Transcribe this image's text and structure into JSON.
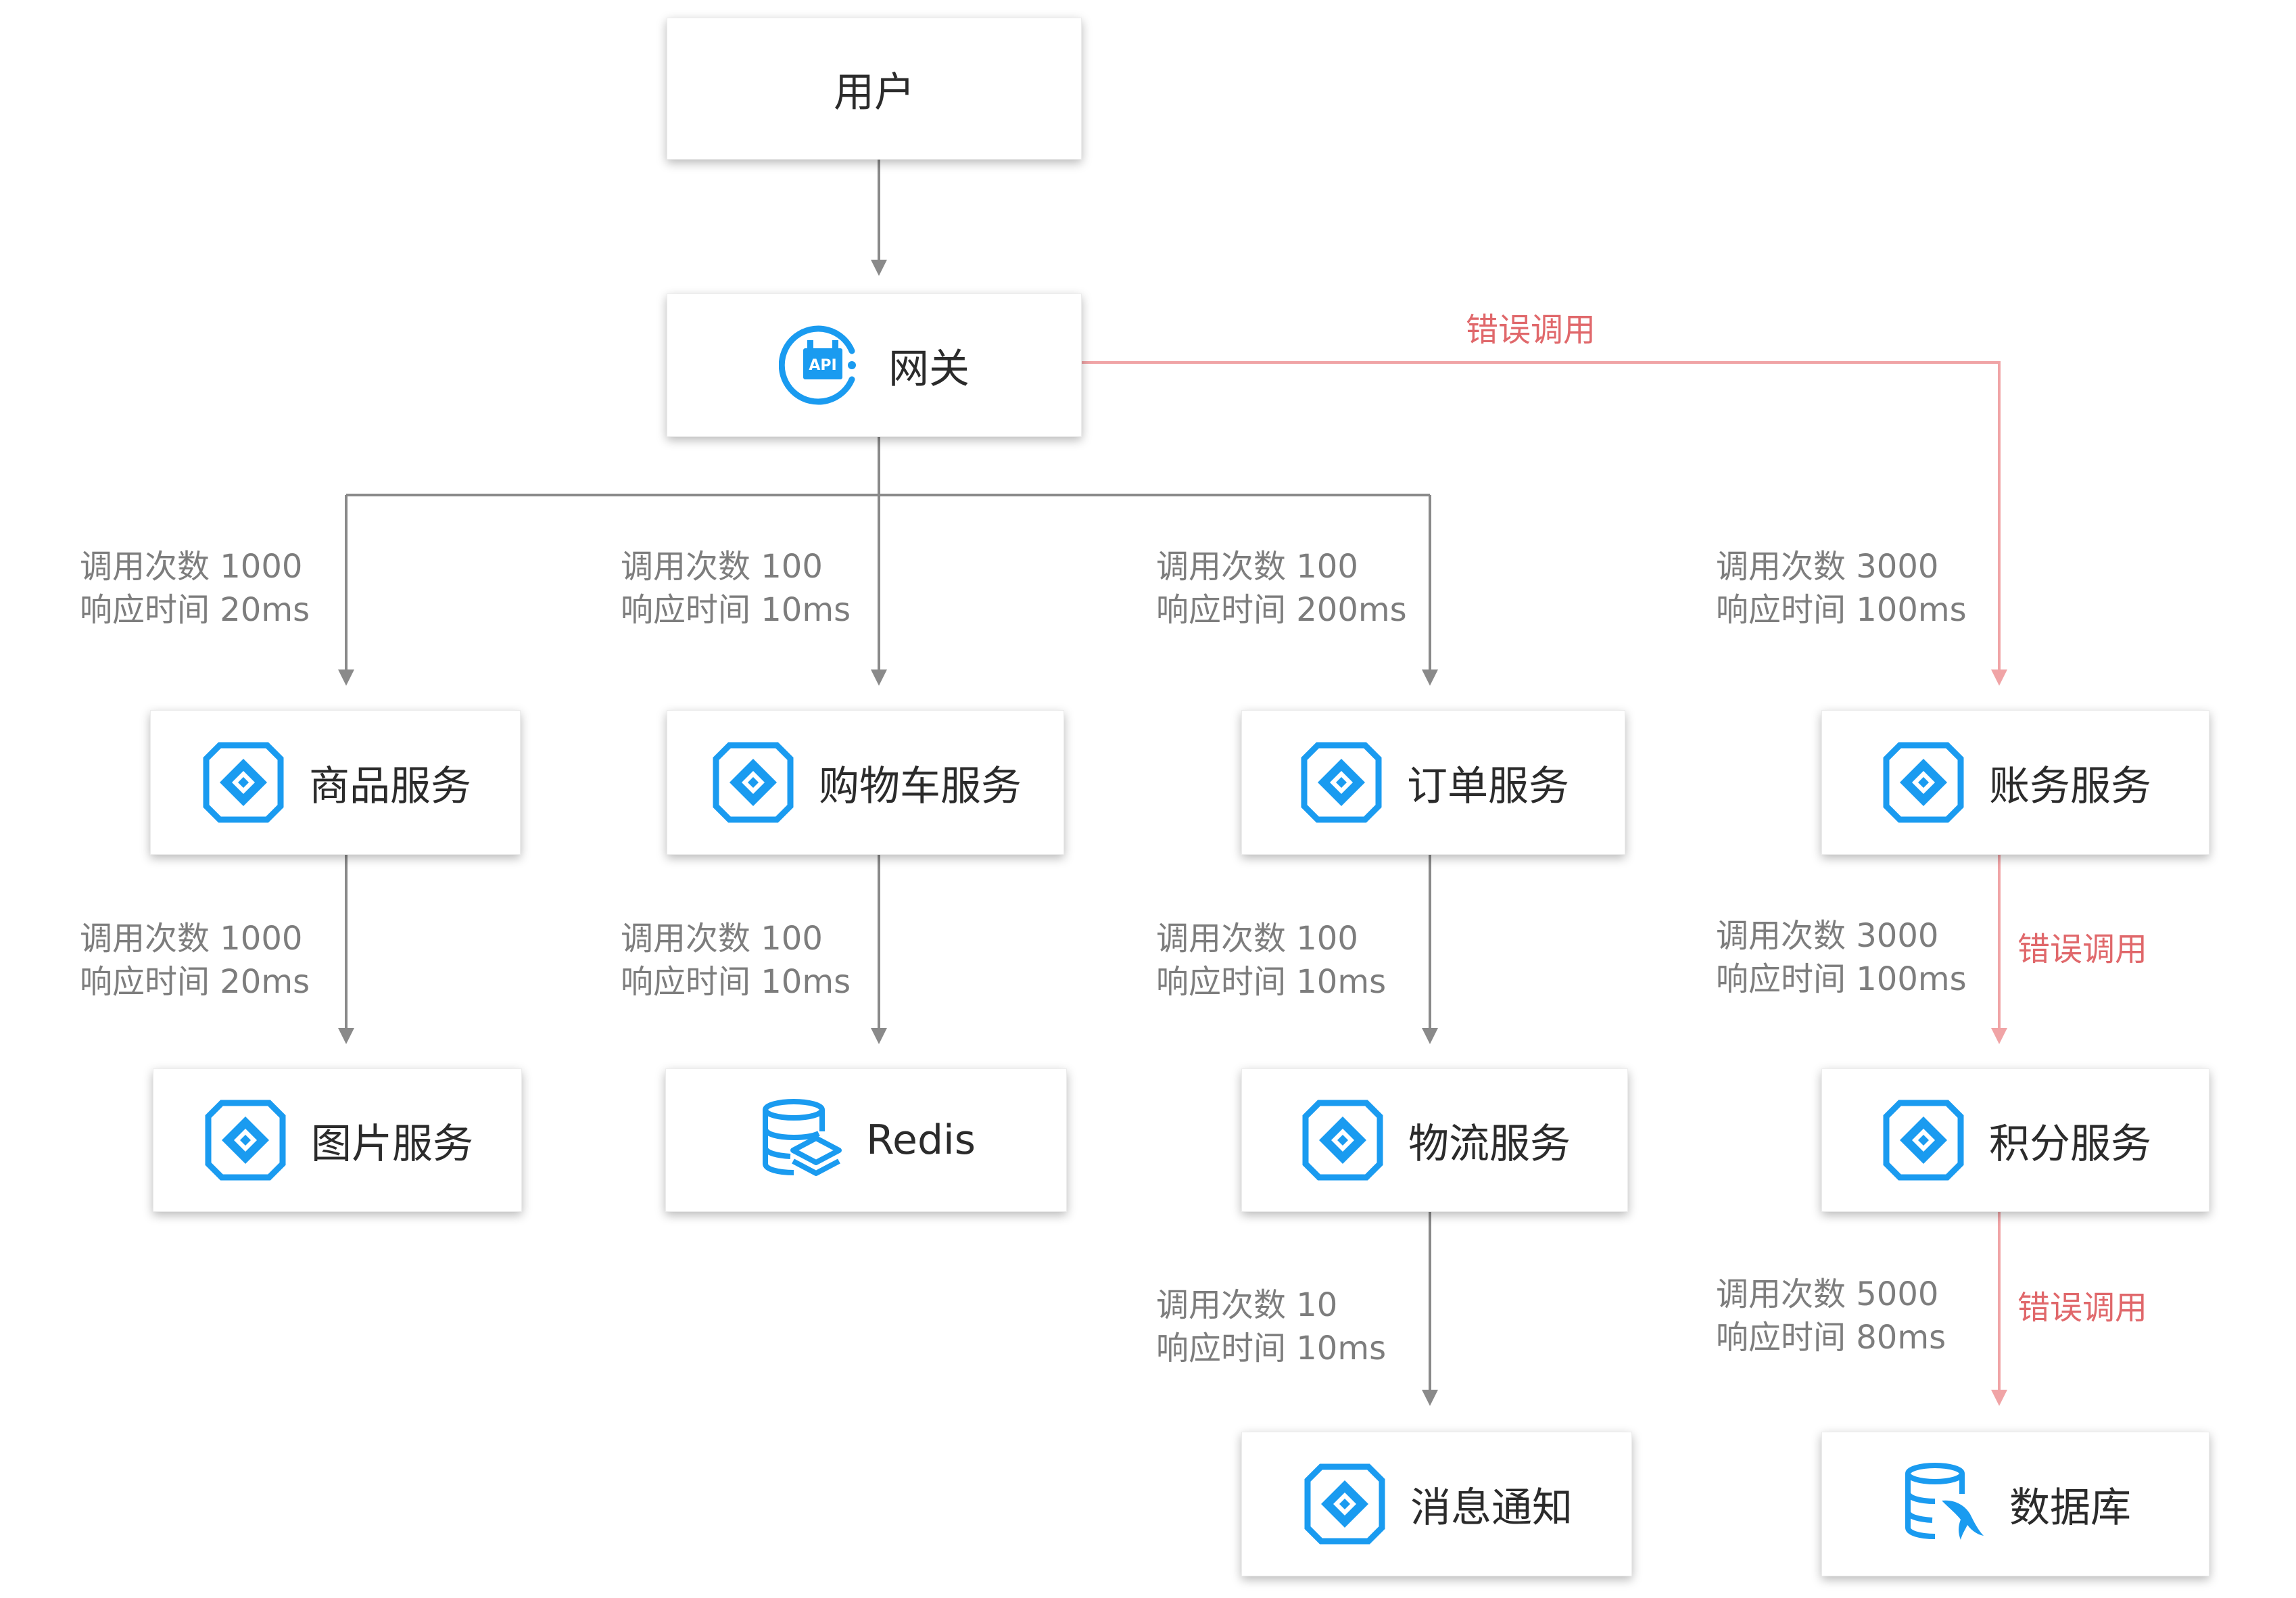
{
  "nodes": {
    "user": {
      "label": "用户"
    },
    "gateway": {
      "label": "网关",
      "icon": "api-gateway-icon"
    },
    "product": {
      "label": "商品服务",
      "icon": "microservice-icon"
    },
    "cart": {
      "label": "购物车服务",
      "icon": "microservice-icon"
    },
    "order": {
      "label": "订单服务",
      "icon": "microservice-icon"
    },
    "billing": {
      "label": "账务服务",
      "icon": "microservice-icon"
    },
    "image": {
      "label": "图片服务",
      "icon": "microservice-icon"
    },
    "redis": {
      "label": "Redis",
      "icon": "redis-database-icon"
    },
    "logistics": {
      "label": "物流服务",
      "icon": "microservice-icon"
    },
    "points": {
      "label": "积分服务",
      "icon": "microservice-icon"
    },
    "notify": {
      "label": "消息通知",
      "icon": "microservice-icon"
    },
    "db": {
      "label": "数据库",
      "icon": "mysql-database-icon"
    }
  },
  "stats": {
    "gw_product": {
      "calls": "调用次数 1000",
      "time": "响应时间 20ms"
    },
    "gw_cart": {
      "calls": "调用次数 100",
      "time": "响应时间 10ms"
    },
    "gw_order": {
      "calls": "调用次数 100",
      "time": "响应时间 200ms"
    },
    "gw_billing": {
      "calls": "调用次数 3000",
      "time": "响应时间 100ms"
    },
    "product_image": {
      "calls": "调用次数 1000",
      "time": "响应时间 20ms"
    },
    "cart_redis": {
      "calls": "调用次数 100",
      "time": "响应时间 10ms"
    },
    "order_logistics": {
      "calls": "调用次数 100",
      "time": "响应时间 10ms"
    },
    "billing_points": {
      "calls": "调用次数 3000",
      "time": "响应时间 100ms"
    },
    "logistics_notify": {
      "calls": "调用次数 10",
      "time": "响应时间 10ms"
    },
    "points_db": {
      "calls": "调用次数 5000",
      "time": "响应时间 80ms"
    }
  },
  "errors": {
    "gw_billing": "错误调用",
    "billing_points": "错误调用",
    "points_db": "错误调用"
  },
  "colors": {
    "normal_edge": "#8a8a8a",
    "error_edge": "#f0a4a6",
    "error_text": "#e0686b",
    "icon_accent": "#1a9bf0",
    "stat_text": "#7d7d7d"
  }
}
